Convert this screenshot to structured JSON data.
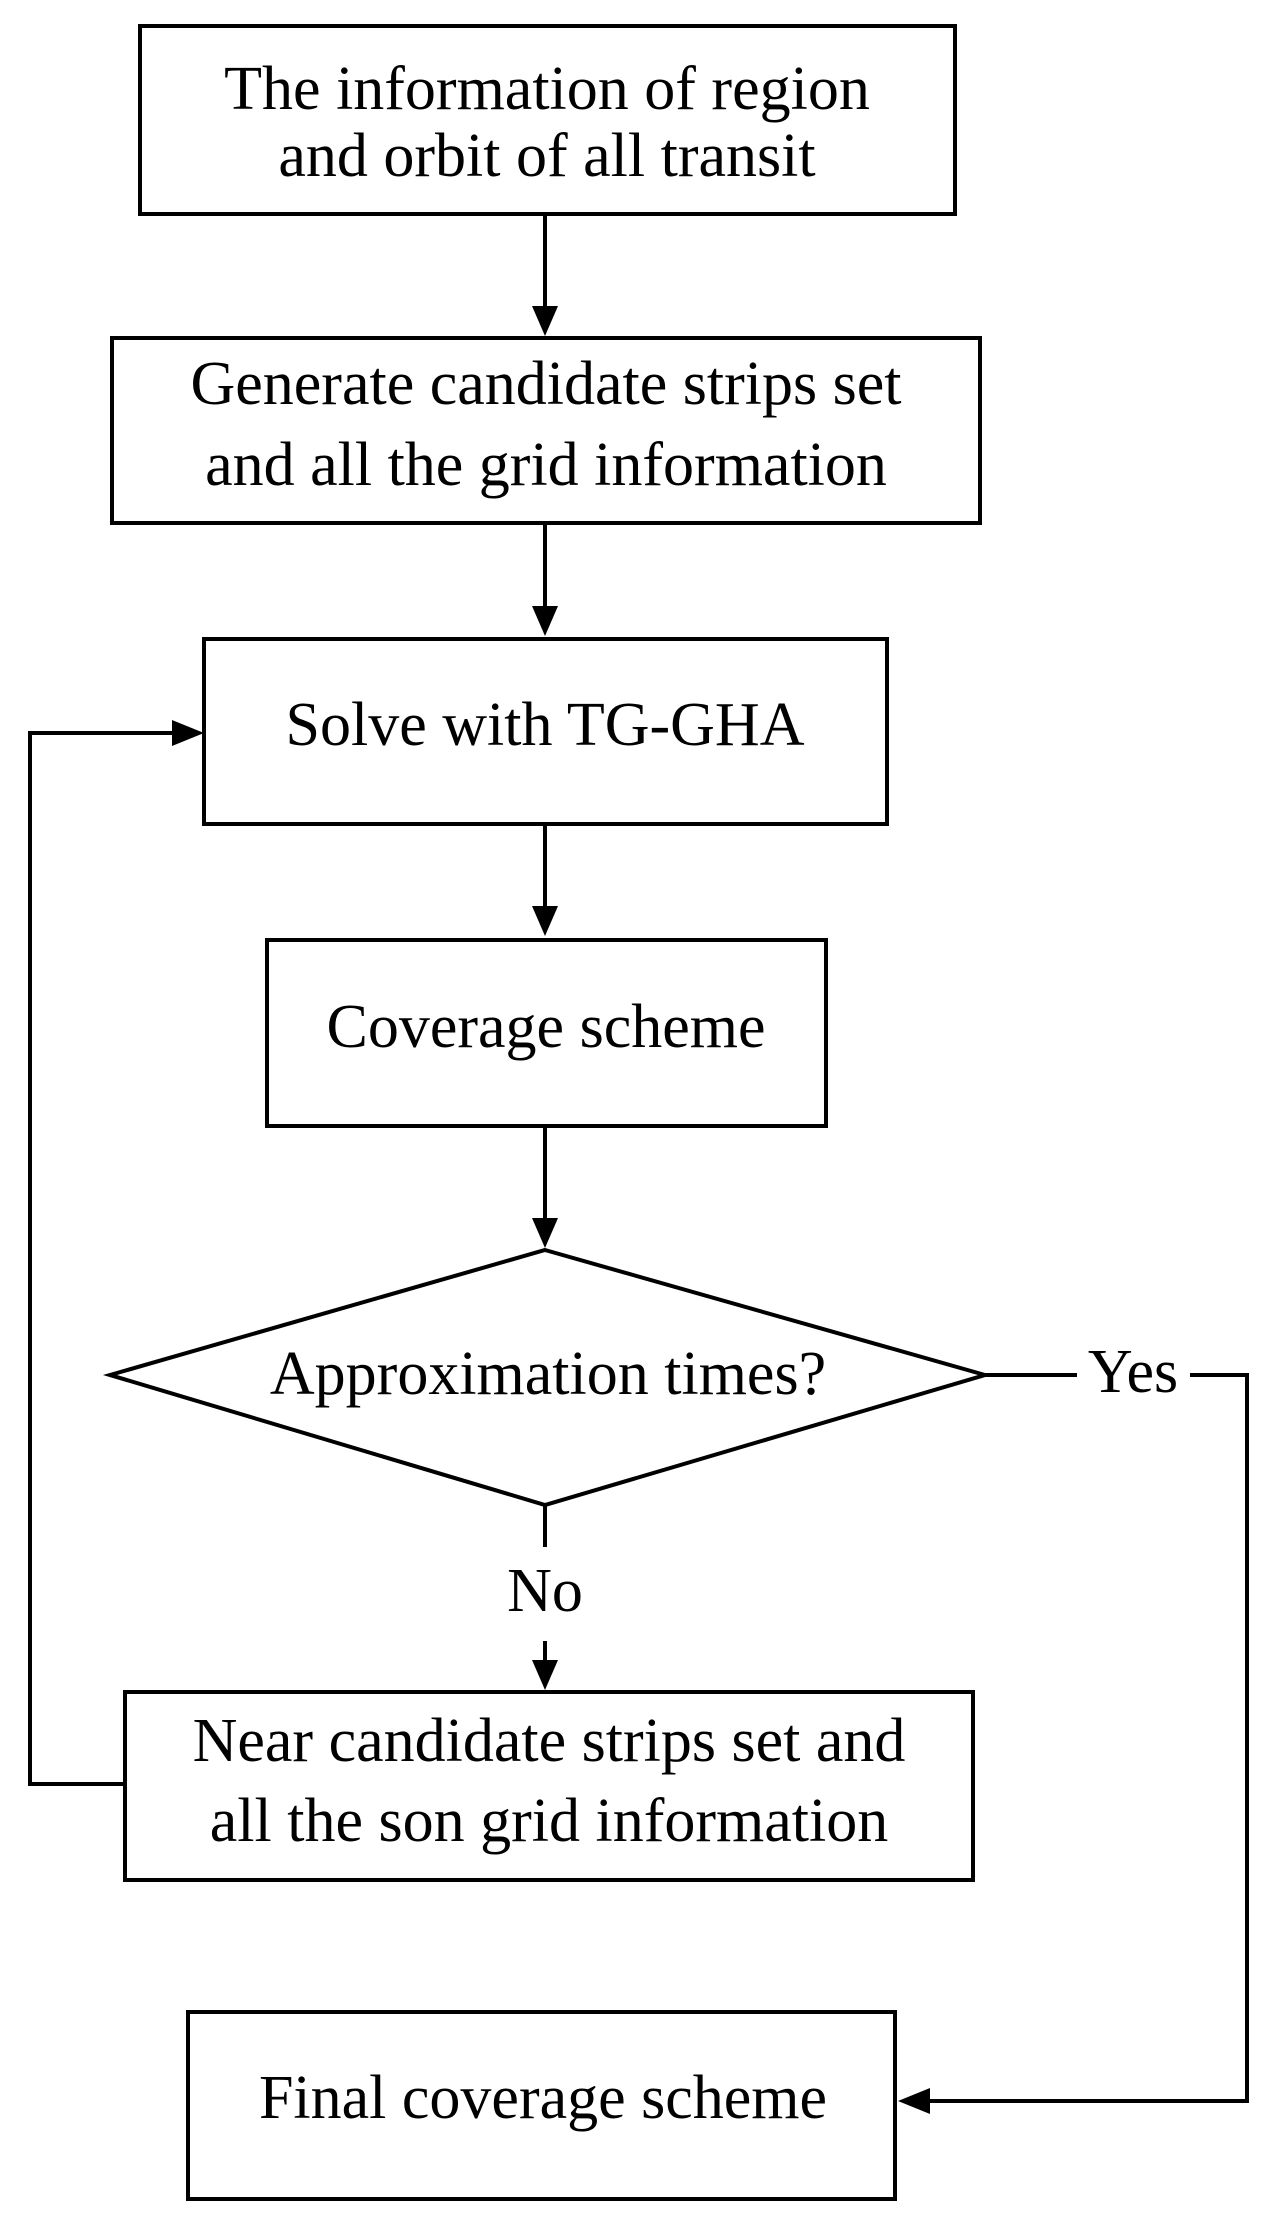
{
  "diagram": {
    "nodes": {
      "input_info": {
        "line1": "The information of region",
        "line2": "and orbit of all transit"
      },
      "generate_strips": {
        "line1": "Generate candidate strips set",
        "line2": "and all the grid information"
      },
      "solve_tg_gha": {
        "label": "Solve with TG-GHA"
      },
      "coverage_scheme": {
        "label": "Coverage scheme"
      },
      "approximation_decision": {
        "label": "Approximation times?"
      },
      "near_strips": {
        "line1": "Near candidate strips set and",
        "line2": "all the son grid information"
      },
      "final_scheme": {
        "label": "Final coverage scheme"
      }
    },
    "edges": {
      "yes_label": "Yes",
      "no_label": "No"
    },
    "colors": {
      "stroke": "#000000",
      "fill": "#ffffff",
      "text": "#000000"
    }
  }
}
